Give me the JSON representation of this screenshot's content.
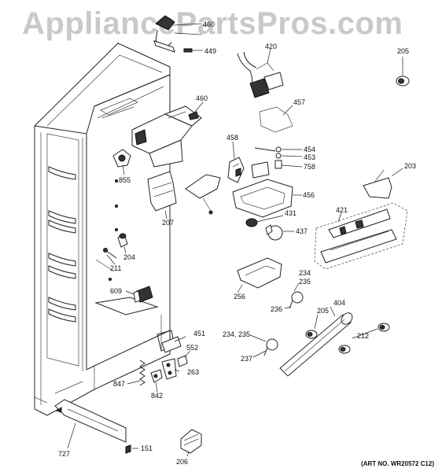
{
  "watermark": "AppliancePartsPros.com",
  "art_number": "(ART NO. WR20572 C12)",
  "callouts": {
    "p460a": "460",
    "p449": "449",
    "p420": "420",
    "p205a": "205",
    "p460b": "460",
    "p457": "457",
    "p454": "454",
    "p453": "453",
    "p758": "758",
    "p458": "458",
    "p203": "203",
    "p855": "855",
    "p456": "456",
    "p207": "207",
    "p431": "431",
    "p421": "421",
    "p437": "437",
    "p204": "204",
    "p211": "211",
    "p234a": "234",
    "p235a": "235",
    "p256": "256",
    "p609": "609",
    "p404": "404",
    "p236": "236",
    "p205b": "205",
    "p451": "451",
    "p234b": "234, 235",
    "p212": "212",
    "p552": "552",
    "p237": "237",
    "p263": "263",
    "p847": "847",
    "p842": "842",
    "p727": "727",
    "p151": "151",
    "p206": "206"
  }
}
